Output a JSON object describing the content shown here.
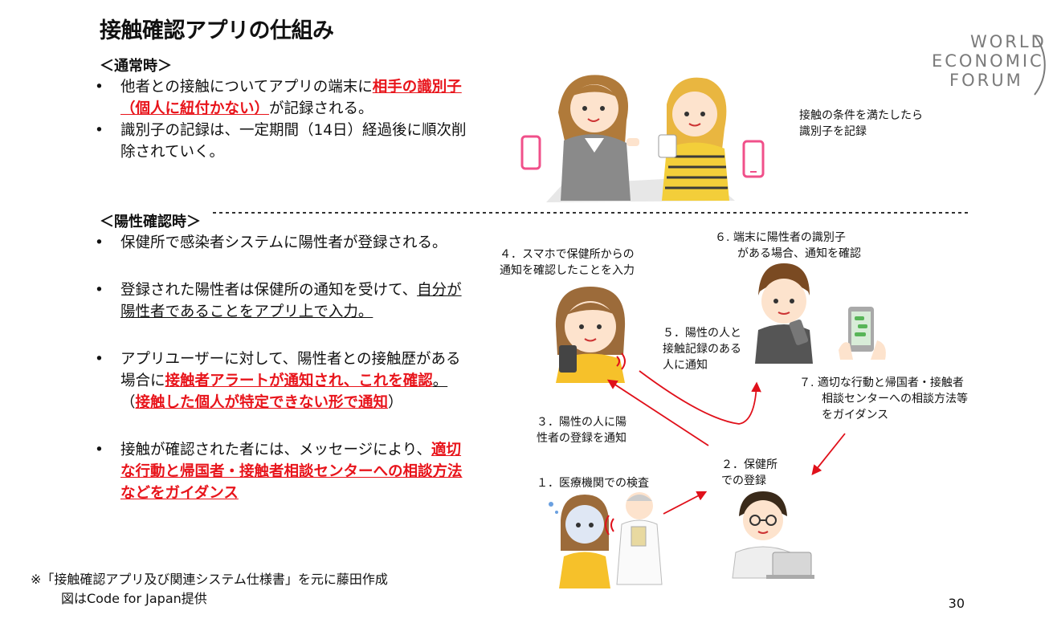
{
  "title": "接触確認アプリの仕組み",
  "logo": {
    "lines": [
      "WORLD",
      "ECONOMIC",
      "FORUM"
    ],
    "color": "#7a7a7a"
  },
  "colors": {
    "accent_red": "#e8141b",
    "phone_pink": "#f0508a",
    "arrow_red": "#e0101a"
  },
  "normal": {
    "heading": "＜通常時＞",
    "b1": {
      "pre": "他者との接触についてアプリの端末に",
      "hl": "相手の識別子（個人に紐付かない）",
      "post": "が記録される。"
    },
    "b2": "識別子の記録は、一定期間（14日）経過後に順次削除されていく。"
  },
  "positive": {
    "heading": "＜陽性確認時＞",
    "b1": "保健所で感染者システムに陽性者が登録される。",
    "b2": {
      "pre": "登録された陽性者は保健所の通知を受けて、",
      "ul": "自分が陽性者であることをアプリ上で入力。"
    },
    "b3": {
      "pre": "アプリユーザーに対して、陽性者との接触歴がある場合に",
      "hl": "接触者アラートが通知され、これを確認",
      "period": "。",
      "paren_open": "（",
      "hl2": "接触した個人が特定できない形で通知",
      "paren_close": "）"
    },
    "b4": {
      "pre": "接触が確認された者には、メッセージにより、",
      "hl": "適切な行動と帰国者・接触者相談センターへの相談方法などをガイダンス"
    }
  },
  "diagram_labels": {
    "record": "接触の条件を満たしたら\n識別子を記録",
    "step1": "１．医療機関での検査",
    "step2": "２．保健所\nでの登録",
    "step3": "３．陽性の人に陽\n性者の登録を通知",
    "step4": "４．スマホで保健所からの\n通知を確認したことを入力",
    "step5": "５．陽性の人と\n接触記録のある\n人に通知",
    "step6": "６. 端末に陽性者の識別子\n　　がある場合、通知を確認",
    "step7": "７. 適切な行動と帰国者・接触者\n　　相談センターへの相談方法等\n　　をガイダンス"
  },
  "footnote": {
    "line1": "※「接触確認アプリ及び関連システム仕様書」を元に藤田作成",
    "line2": "図はCode for Japan提供"
  },
  "page_number": "30"
}
